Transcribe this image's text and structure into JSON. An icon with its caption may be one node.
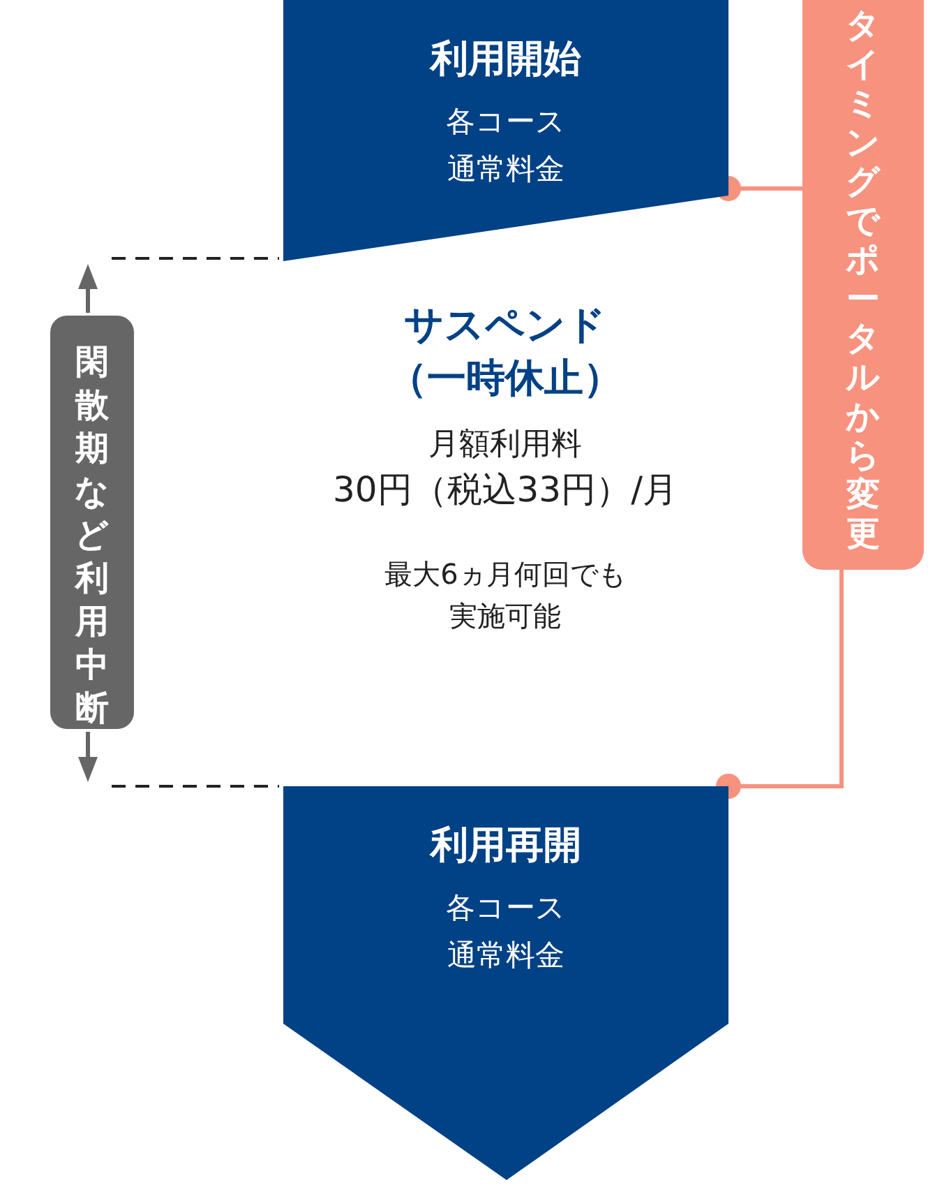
{
  "diagram": {
    "nodes": [
      {
        "text": [
          "利用開始",
          "各コース通常料金"
        ]
      },
      {
        "text": [
          "タイミングでポータルから変更"
        ]
      },
      {
        "text": [
          "閑散期など利用中断"
        ]
      },
      {
        "text": [
          "利用再開",
          "各コース通常料金"
        ]
      }
    ],
    "edges": [
      {
        "from": 1,
        "to": 0,
        "arrow": "other"
      },
      {
        "from": 1,
        "to": 3,
        "arrow": "other"
      }
    ],
    "labels": [
      "サスペンド（一時休止）",
      "月額利用料",
      "30円（税込33円）/月",
      "最大6ヵ月何回でも実施可能"
    ]
  }
}
